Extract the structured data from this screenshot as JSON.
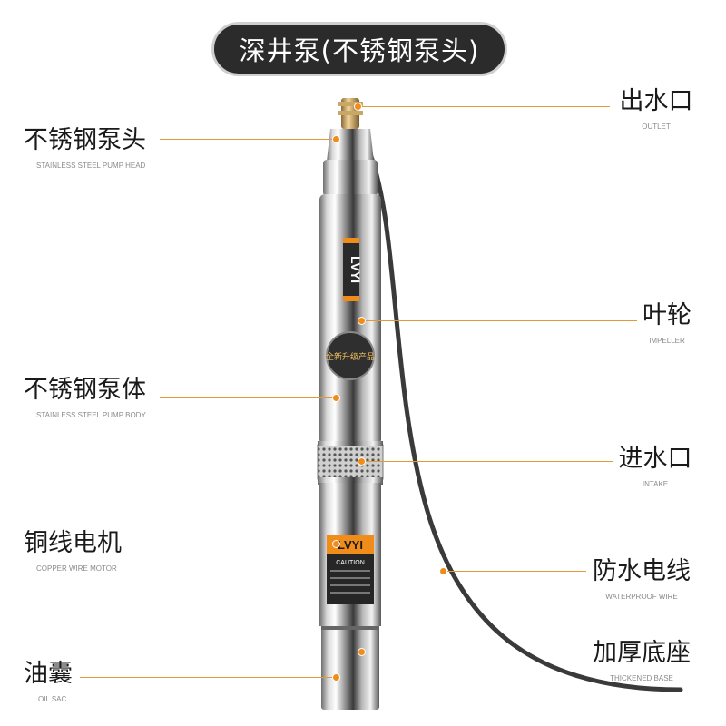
{
  "title": "深井泵(不锈钢泵头)",
  "pump": {
    "brand": "LVYI",
    "badge_text": "全新升级产品",
    "caution_text": "CAUTION"
  },
  "labels_left": [
    {
      "zh": "不锈钢泵头",
      "en": "STAINLESS STEEL PUMP HEAD"
    },
    {
      "zh": "不锈钢泵体",
      "en": "STAINLESS STEEL PUMP BODY"
    },
    {
      "zh": "铜线电机",
      "en": "COPPER WIRE MOTOR"
    },
    {
      "zh": "油囊",
      "en": "OIL SAC"
    }
  ],
  "labels_right": [
    {
      "zh": "出水口",
      "en": "OUTLET"
    },
    {
      "zh": "叶轮",
      "en": "IMPELLER"
    },
    {
      "zh": "进水口",
      "en": "INTAKE"
    },
    {
      "zh": "防水电线",
      "en": "WATERPROOF WIRE"
    },
    {
      "zh": "加厚底座",
      "en": "THICKENED BASE"
    }
  ],
  "colors": {
    "accent": "#f08c1a",
    "title_bg": "#2b2b2b"
  }
}
